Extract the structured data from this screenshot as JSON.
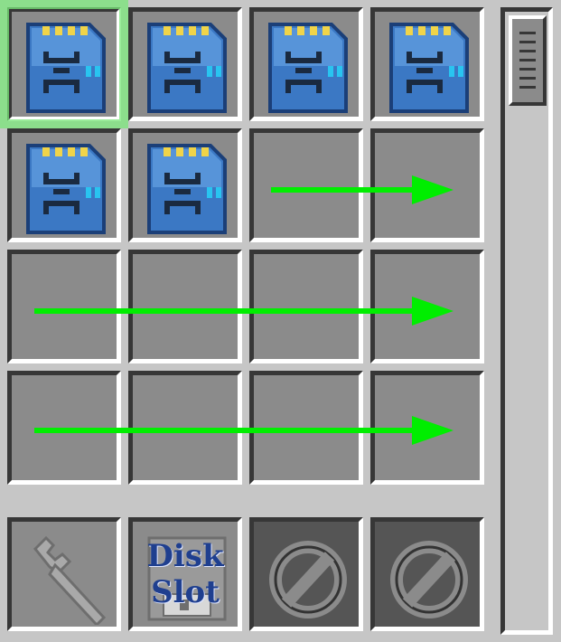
{
  "inventory": {
    "slots": [
      {
        "item": "disk-drive-icon"
      },
      {
        "item": "disk-drive-icon"
      },
      {
        "item": "disk-drive-icon"
      },
      {
        "item": "disk-drive-icon"
      },
      {
        "item": "disk-drive-icon"
      },
      {
        "item": "disk-drive-icon"
      },
      {
        "item": null
      },
      {
        "item": null
      },
      {
        "item": null
      },
      {
        "item": null
      },
      {
        "item": null
      },
      {
        "item": null
      },
      {
        "item": null
      },
      {
        "item": null
      },
      {
        "item": null
      },
      {
        "item": null
      }
    ],
    "selected_slot": 0
  },
  "upgrade_slots": {
    "wrench": {
      "icon": "wrench-icon"
    },
    "disk_slot": {
      "icon": "floppy-disk-icon",
      "label_line1": "Disk",
      "label_line2": "Slot"
    },
    "blocked_1": {
      "icon": "blocked-icon"
    },
    "blocked_2": {
      "icon": "blocked-icon"
    }
  },
  "scrollbar": {
    "position": 0
  },
  "colors": {
    "arrow": "#00ee00",
    "highlight": "#78e678",
    "slot_bg": "#8b8b8b",
    "panel_bg": "#c6c6c6",
    "disk_label": "#1f3f8f"
  }
}
